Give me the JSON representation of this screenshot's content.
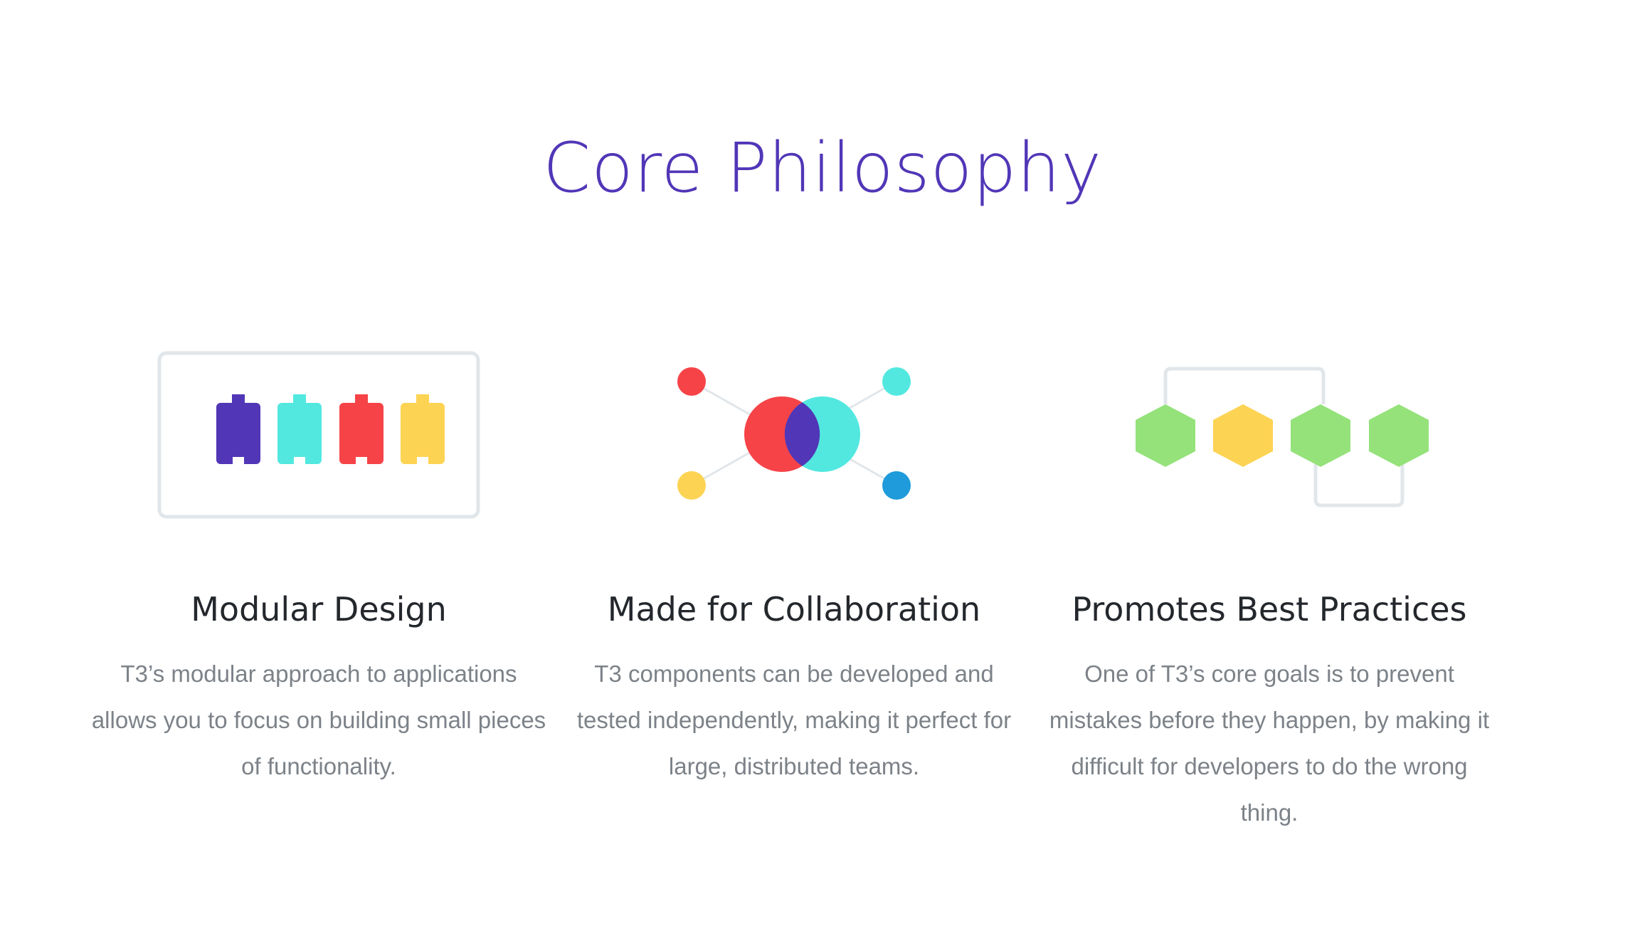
{
  "section": {
    "title": "Core Philosophy"
  },
  "colors": {
    "title": "#5136b7",
    "purple": "#5136b7",
    "cyan": "#52e8e0",
    "red": "#f64347",
    "yellow": "#fdd353",
    "green": "#95e27b",
    "blue": "#1f9bdb",
    "frame": "#e1e6ea",
    "heading": "#24282d",
    "body_text": "#7c8288"
  },
  "features": [
    {
      "icon": "modular-blocks-icon",
      "title": "Modular Design",
      "description": "T3’s modular approach to applications allows you to focus on building small pieces of functionality."
    },
    {
      "icon": "collaboration-network-icon",
      "title": "Made for Collaboration",
      "description": "T3 components can be developed and tested independently, making it perfect for large, distributed teams."
    },
    {
      "icon": "hexagon-chain-icon",
      "title": "Promotes Best Practices",
      "description": "One of T3’s core goals is to prevent mistakes before they happen, by making it difficult for developers to do the wrong thing."
    }
  ]
}
